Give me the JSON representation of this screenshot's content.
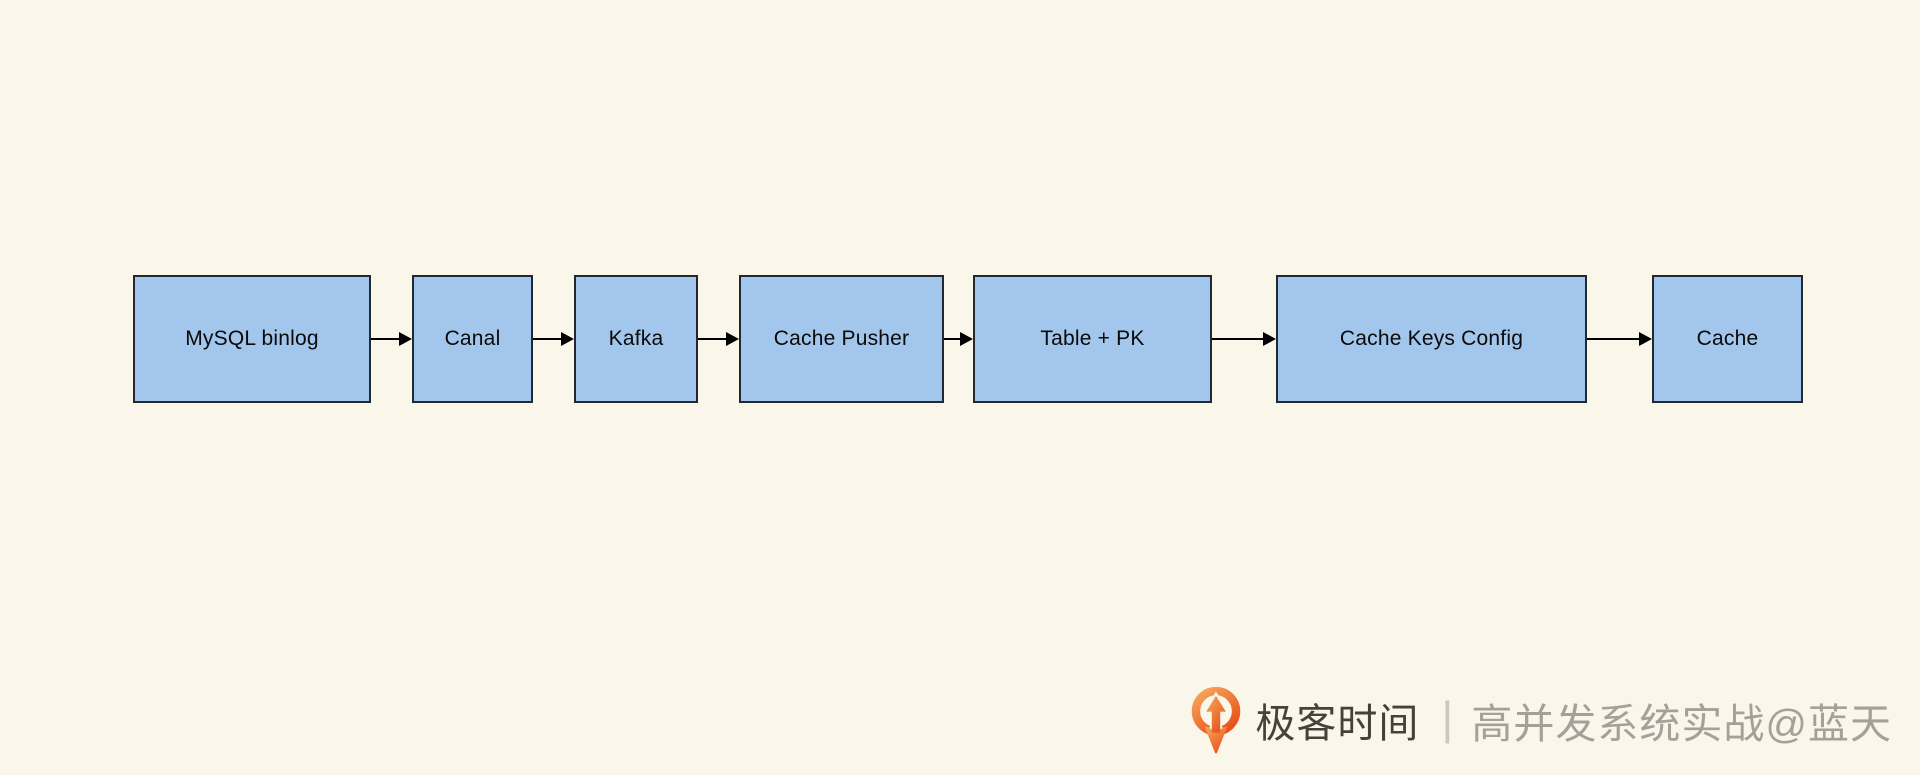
{
  "page": {
    "background_color": "#faf6e9"
  },
  "diagram": {
    "type": "flowchart",
    "direction": "left-to-right",
    "node_fill_color": "#a3c6ec",
    "node_border_color": "#222833",
    "node_text_color": "#0a0a0a",
    "arrow_color": "#000000",
    "nodes": [
      {
        "label": "MySQL binlog"
      },
      {
        "label": "Canal"
      },
      {
        "label": "Kafka"
      },
      {
        "label": "Cache Pusher"
      },
      {
        "label": "Table + PK"
      },
      {
        "label": "Cache Keys Config"
      },
      {
        "label": "Cache"
      }
    ],
    "connections": [
      {
        "from": "MySQL binlog",
        "to": "Canal"
      },
      {
        "from": "Canal",
        "to": "Kafka"
      },
      {
        "from": "Kafka",
        "to": "Cache Pusher"
      },
      {
        "from": "Cache Pusher",
        "to": "Table + PK"
      },
      {
        "from": "Table + PK",
        "to": "Cache Keys Config"
      },
      {
        "from": "Cache Keys Config",
        "to": "Cache"
      }
    ]
  },
  "watermark": {
    "logo": "geektime-logo",
    "logo_color_top": "#f7a85e",
    "logo_color_bottom": "#e6541b",
    "brand": "极客时间",
    "brand_color": "#46423b",
    "divider": "|",
    "divider_color": "#ccc9c2",
    "caption": "高并发系统实战@蓝天",
    "caption_color": "#a5a19a"
  }
}
